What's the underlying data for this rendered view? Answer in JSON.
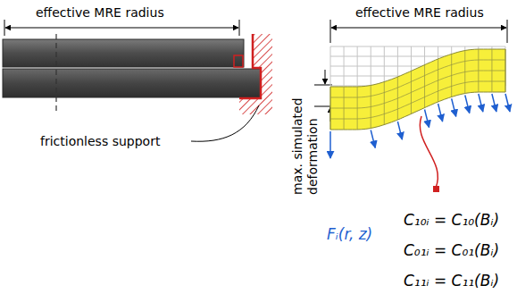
{
  "diagram": {
    "labels": [
      "effective MRE radius",
      "frictionless support",
      "effective MRE radius",
      "max. simulated deformation",
      "Fᵢ(r, z)",
      "C₁₀ᵢ = C₁₀(Bᵢ)",
      "C₀₁ᵢ = C₀₁(Bᵢ)",
      "C₁₁ᵢ = C₁₁(Bᵢ)"
    ]
  }
}
